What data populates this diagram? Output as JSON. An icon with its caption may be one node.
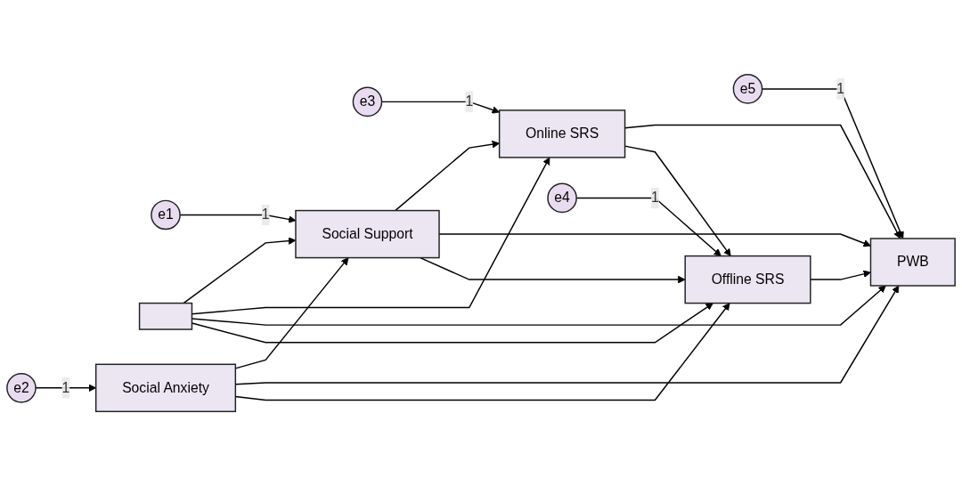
{
  "diagram": {
    "nodes": [
      {
        "text": [
          "e1"
        ]
      },
      {
        "text": [
          "e3"
        ]
      },
      {
        "text": [
          "e5"
        ]
      },
      {
        "text": [
          "Social Support"
        ]
      },
      {
        "text": [
          "Online SRS"
        ]
      },
      {
        "text": [],
        "shape": "box"
      },
      {
        "text": [
          "PWB"
        ]
      },
      {
        "text": [
          "Social Anxiety"
        ]
      },
      {
        "text": [
          "Offline SRS"
        ]
      },
      {
        "text": [
          "e2"
        ]
      },
      {
        "text": [
          "e4"
        ]
      }
    ],
    "edges": [
      {
        "from": 0,
        "to": 3,
        "arrow": "to",
        "label": "1"
      },
      {
        "from": 1,
        "to": 4,
        "arrow": "to",
        "label": "1"
      },
      {
        "from": 2,
        "to": 6,
        "arrow": "to",
        "label": "1"
      },
      {
        "from": 5,
        "to": 3,
        "arrow": "to"
      },
      {
        "from": 5,
        "to": 4,
        "arrow": "to"
      },
      {
        "from": 5,
        "to": 6,
        "arrow": "to"
      },
      {
        "from": 5,
        "to": 8,
        "arrow": "to"
      },
      {
        "from": 3,
        "to": 4,
        "arrow": "to"
      },
      {
        "from": 3,
        "to": 6,
        "arrow": "to"
      },
      {
        "from": 3,
        "to": 8,
        "arrow": "to"
      },
      {
        "from": 4,
        "to": 6,
        "arrow": "to"
      },
      {
        "from": 4,
        "to": 8,
        "arrow": "to"
      },
      {
        "from": 7,
        "to": 3,
        "arrow": "to"
      },
      {
        "from": 7,
        "to": 6,
        "arrow": "to"
      },
      {
        "from": 7,
        "to": 8,
        "arrow": "to"
      },
      {
        "from": 8,
        "to": 6,
        "arrow": "to"
      },
      {
        "from": 9,
        "to": 7,
        "arrow": "to",
        "label": "1"
      },
      {
        "from": 10,
        "to": 8,
        "arrow": "to",
        "label": "1"
      }
    ]
  }
}
